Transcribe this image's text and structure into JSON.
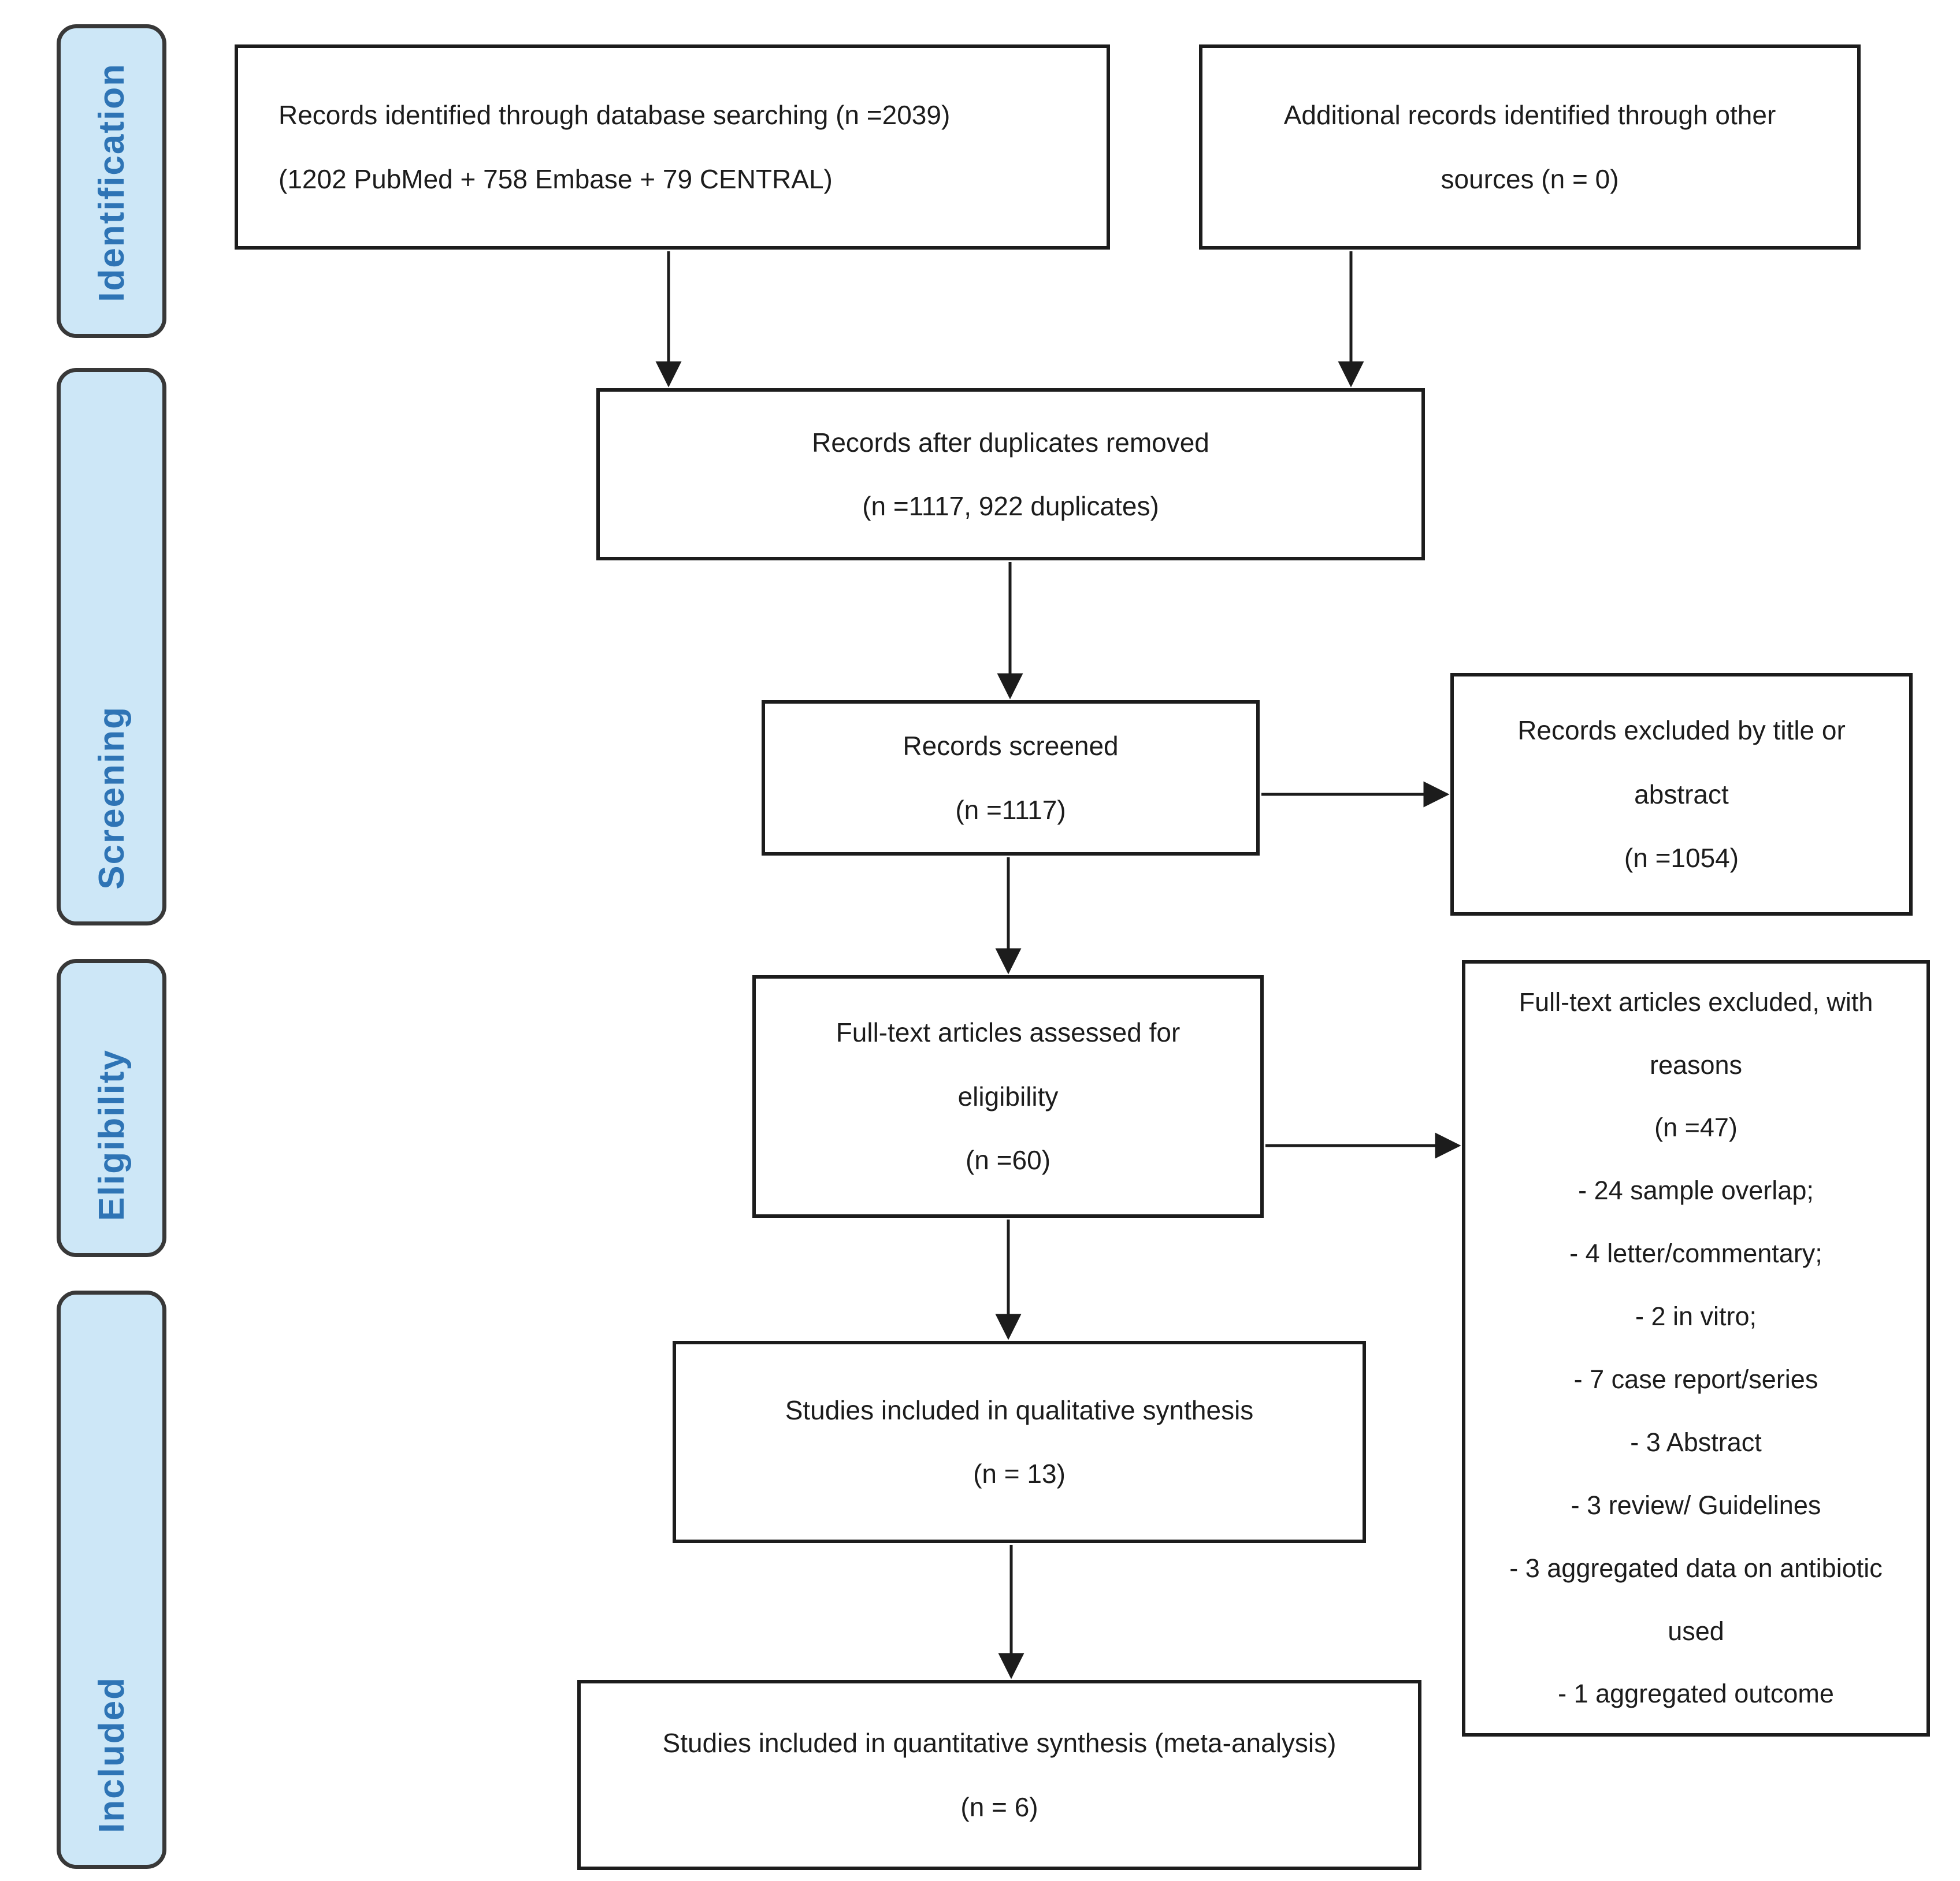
{
  "diagram_type": "PRISMA flow diagram",
  "colors": {
    "background": "#ffffff",
    "box_fill": "#ffffff",
    "box_border": "#1c1c1c",
    "box_text": "#1c1c1c",
    "stage_fill": "#cde7f7",
    "stage_border": "#383838",
    "stage_text": "#2e74b5",
    "arrow": "#1c1c1c"
  },
  "stages": [
    {
      "label": "Identification"
    },
    {
      "label": "Screening"
    },
    {
      "label": "Eligibility"
    },
    {
      "label": "Included"
    }
  ],
  "boxes": {
    "records_identified": {
      "lines": [
        "Records identified through database searching (n =2039)",
        "(1202 PubMed + 758 Embase + 79 CENTRAL)"
      ]
    },
    "additional_records": {
      "lines": [
        "Additional records identified through other",
        "sources (n = 0)"
      ]
    },
    "duplicates_removed": {
      "lines": [
        "Records after duplicates removed",
        "(n =1117, 922 duplicates)"
      ]
    },
    "records_screened": {
      "lines": [
        "Records screened",
        "(n =1117)"
      ]
    },
    "records_excluded": {
      "lines": [
        "Records excluded by title or",
        "abstract",
        "(n =1054)"
      ]
    },
    "full_text_assessed": {
      "lines": [
        "Full-text articles assessed for",
        "eligibility",
        "(n =60)"
      ]
    },
    "full_text_excluded": {
      "lines": [
        "Full-text articles excluded, with",
        "reasons",
        "(n =47)",
        "- 24 sample overlap;",
        "- 4 letter/commentary;",
        "- 2 in vitro;",
        "- 7 case report/series",
        "- 3 Abstract",
        "- 3 review/ Guidelines",
        "- 3 aggregated data on antibiotic",
        "used",
        "- 1 aggregated outcome"
      ]
    },
    "qualitative_synthesis": {
      "lines": [
        "Studies included in qualitative synthesis",
        "(n = 13)"
      ]
    },
    "quantitative_synthesis": {
      "lines": [
        "Studies included in quantitative synthesis (meta-analysis)",
        "(n = 6)"
      ]
    }
  }
}
